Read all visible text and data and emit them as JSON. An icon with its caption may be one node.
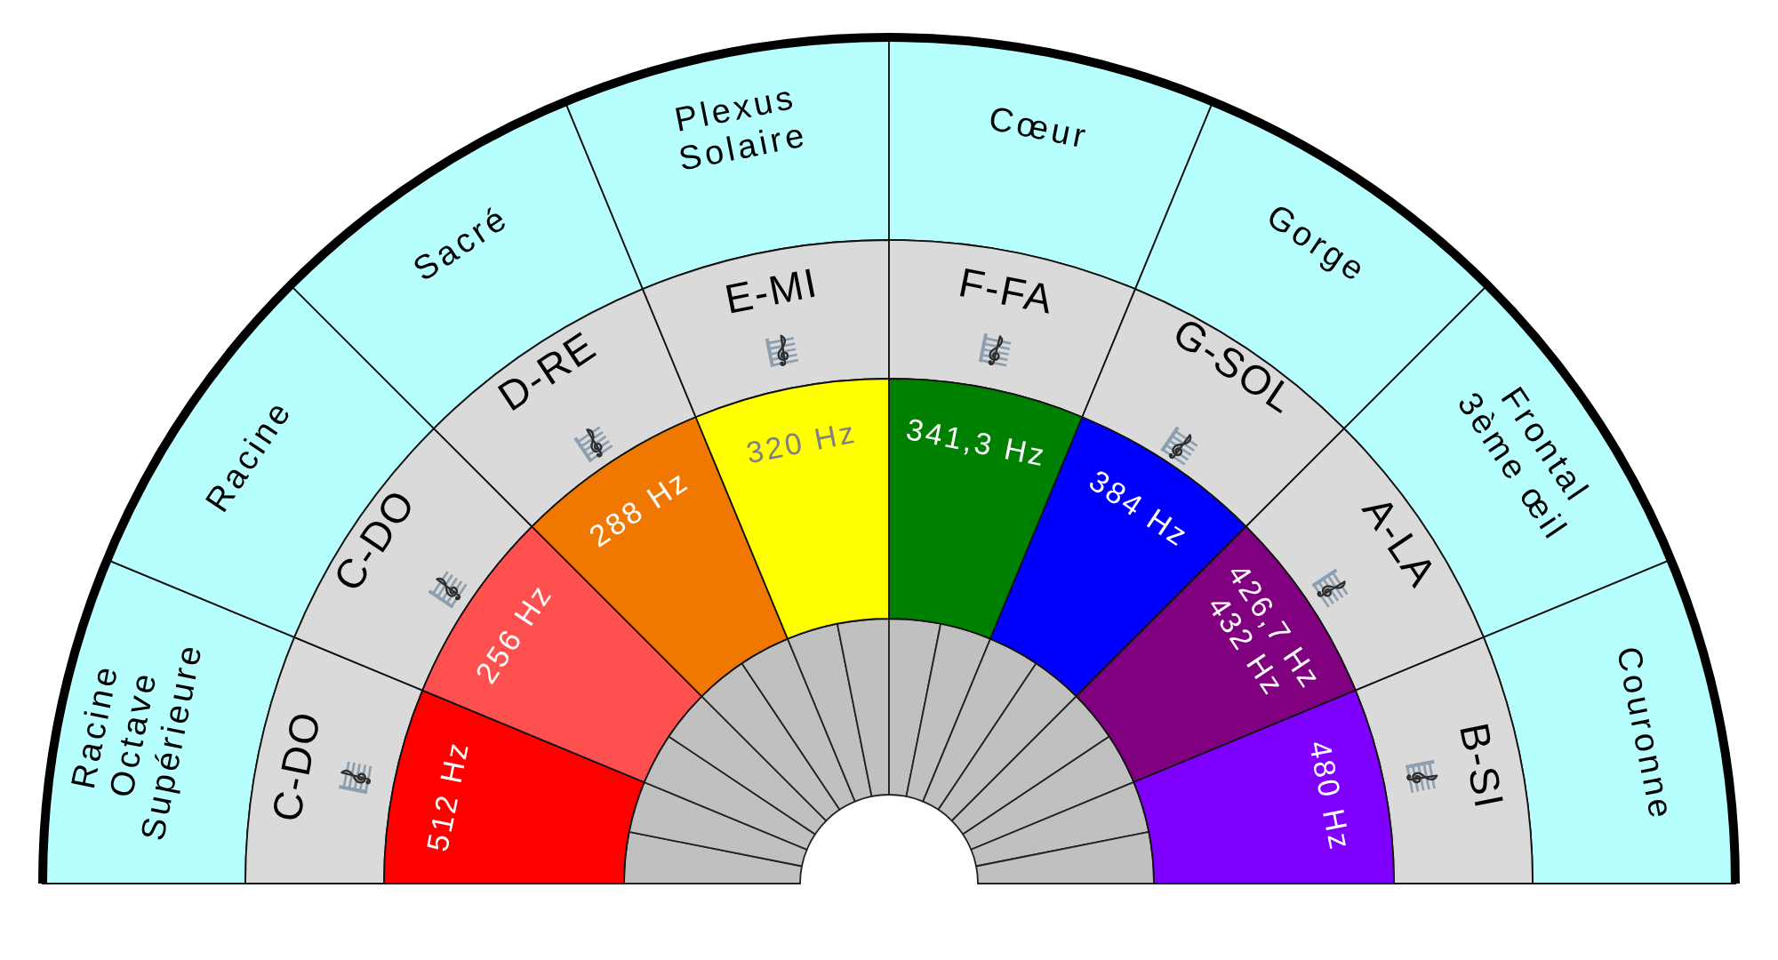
{
  "diagram": {
    "nodes": [
      {
        "text": [
          "Racine Octave Supérieure"
        ]
      },
      {
        "text": [
          "Racine"
        ]
      },
      {
        "text": [
          "Sacré"
        ]
      },
      {
        "text": [
          "Plexus Solaire"
        ]
      },
      {
        "text": [
          "Cœur"
        ]
      },
      {
        "text": [
          "Gorge"
        ]
      },
      {
        "text": [
          "Frontal 3ème œil"
        ]
      },
      {
        "text": [
          "Couronne"
        ]
      },
      {
        "text": [
          "C-DO"
        ]
      },
      {
        "text": [
          "C-DO"
        ]
      },
      {
        "text": [
          "D-RE"
        ]
      },
      {
        "text": [
          "E-MI"
        ]
      },
      {
        "text": [
          "F-FA"
        ]
      },
      {
        "text": [
          "G-SOL"
        ]
      },
      {
        "text": [
          "A-LA"
        ]
      },
      {
        "text": [
          "B-SI"
        ]
      },
      {
        "text": [
          "512 Hz"
        ]
      },
      {
        "text": [
          "256 Hz"
        ]
      },
      {
        "text": [
          "288 Hz"
        ]
      },
      {
        "text": [
          "320 Hz"
        ]
      },
      {
        "text": [
          "341,3 Hz"
        ]
      },
      {
        "text": [
          "384 Hz"
        ]
      },
      {
        "text": [
          "426,7 Hz",
          "432 Hz"
        ]
      },
      {
        "text": [
          "480 Hz"
        ]
      }
    ]
  }
}
